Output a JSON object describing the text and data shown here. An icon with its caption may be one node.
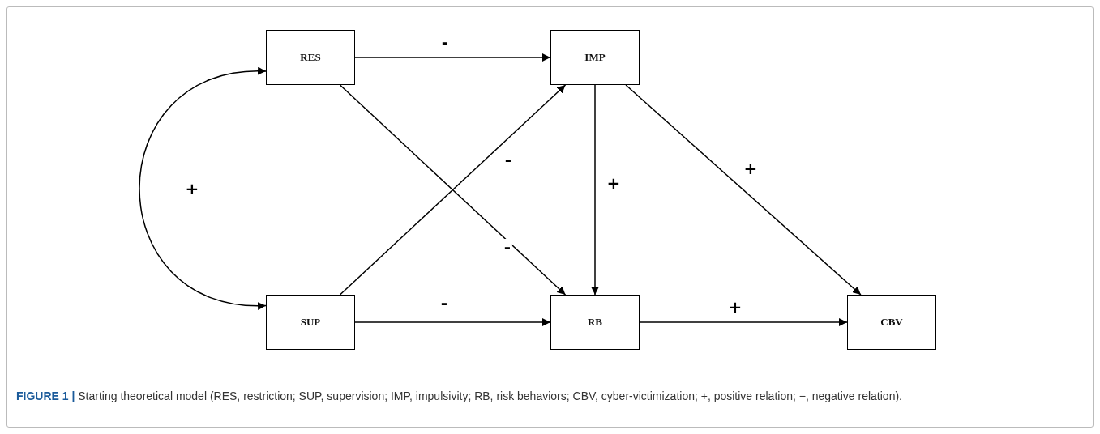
{
  "diagram": {
    "caption": "**FIGURE 1 |** Starting theoretical model (RES, restriction; SUP, supervision; IMP, impulsivity; RB, risk behaviors; CBV, cyber-victimization; +, positive relation; −, negative relation).",
    "nodes": [
      {
        "text": [
          "RES"
        ]
      },
      {
        "text": [
          "IMP"
        ]
      },
      {
        "text": [
          "SUP"
        ]
      },
      {
        "text": [
          "RB"
        ]
      },
      {
        "text": [
          "CBV"
        ]
      }
    ],
    "edges": [
      {
        "from": 0,
        "to": 2,
        "arrow": "both",
        "label": "+"
      },
      {
        "from": 0,
        "to": 1,
        "arrow": "to",
        "label": "-"
      },
      {
        "from": 0,
        "to": 3,
        "arrow": "to",
        "label": "-"
      },
      {
        "from": 2,
        "to": 1,
        "arrow": "to",
        "label": "-"
      },
      {
        "from": 2,
        "to": 3,
        "arrow": "to",
        "label": "-"
      },
      {
        "from": 1,
        "to": 3,
        "arrow": "to",
        "label": "+"
      },
      {
        "from": 1,
        "to": 4,
        "arrow": "to",
        "label": "+"
      },
      {
        "from": 3,
        "to": 4,
        "arrow": "to",
        "label": "+"
      }
    ]
  }
}
